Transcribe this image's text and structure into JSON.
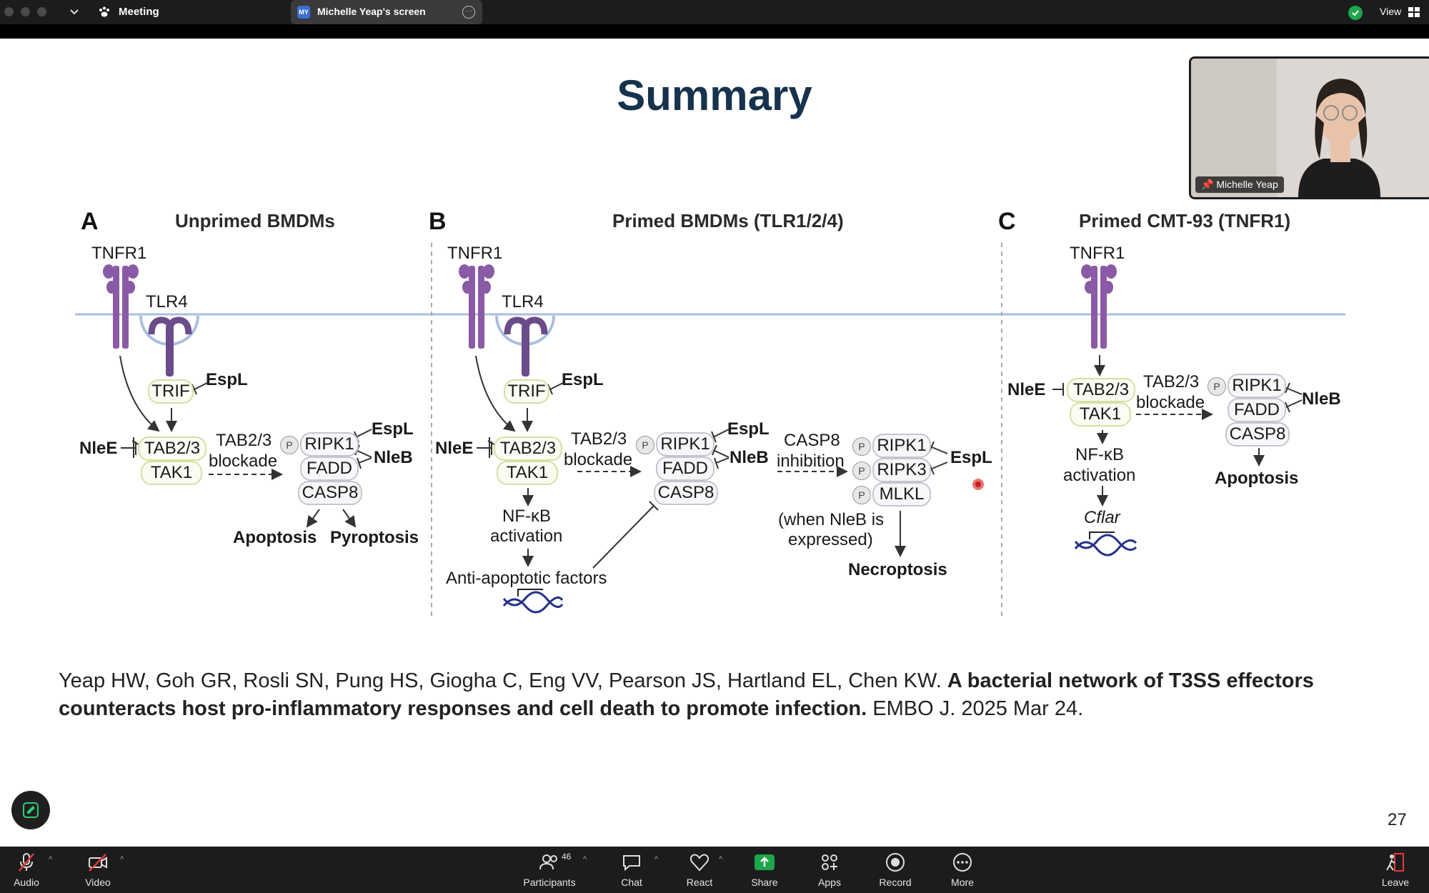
{
  "topbar": {
    "meeting_label": "Meeting",
    "share_tab": {
      "initials": "MY",
      "label": "Michelle Yeap's screen"
    },
    "view_label": "View"
  },
  "slide": {
    "title": "Summary",
    "panels": [
      {
        "letter": "A",
        "heading": "Unprimed BMDMs"
      },
      {
        "letter": "B",
        "heading": "Primed BMDMs (TLR1/2/4)"
      },
      {
        "letter": "C",
        "heading": "Primed CMT-93 (TNFR1)"
      }
    ],
    "labels": {
      "tnfr1": "TNFR1",
      "tlr4": "TLR4",
      "trif": "TRIF",
      "espl": "EspL",
      "nlee": "NleE",
      "nleb": "NleB",
      "tab23": "TAB2/3",
      "tak1": "TAK1",
      "tab23_blockade_1": "TAB2/3",
      "tab23_blockade_2": "blockade",
      "ripk1": "RIPK1",
      "fadd": "FADD",
      "casp8": "CASP8",
      "ripk3": "RIPK3",
      "mlkl": "MLKL",
      "p": "P",
      "apoptosis": "Apoptosis",
      "pyroptosis": "Pyroptosis",
      "nfkb_1": "NF-κB",
      "nfkb_2": "activation",
      "anti_apoptotic": "Anti-apoptotic factors",
      "casp8_inhib_1": "CASP8",
      "casp8_inhib_2": "inhibition",
      "when_nleb_1": "(when NleB is",
      "when_nleb_2": "expressed)",
      "necroptosis": "Necroptosis",
      "cflar": "Cflar"
    },
    "citation": {
      "authors": "Yeap HW, Goh GR, Rosli SN, Pung HS, Giogha C, Eng VV, Pearson JS, Hartland EL, Chen KW. ",
      "title": "A bacterial network of T3SS effectors counteracts host pro-inflammatory responses and cell death to promote infection.",
      "journal": " EMBO J. 2025 Mar 24."
    },
    "page_number": "27"
  },
  "self_view": {
    "name": "Michelle Yeap"
  },
  "toolbar": {
    "audio": "Audio",
    "video": "Video",
    "participants": "Participants",
    "participants_count": "46",
    "chat": "Chat",
    "react": "React",
    "share": "Share",
    "apps": "Apps",
    "record": "Record",
    "more": "More",
    "leave": "Leave"
  },
  "colors": {
    "accent_green": "#1ea64a",
    "membrane": "#a9bedf",
    "receptor_purple": "#8a5aa6",
    "title_navy": "#17324d"
  },
  "icons": [
    "mic-muted-icon",
    "video-muted-icon",
    "participants-icon",
    "chat-icon",
    "heart-icon",
    "share-arrow-icon",
    "apps-icon",
    "record-icon",
    "more-icon",
    "leave-icon",
    "shield-icon",
    "grid-icon",
    "pencil-icon",
    "pin-icon"
  ]
}
